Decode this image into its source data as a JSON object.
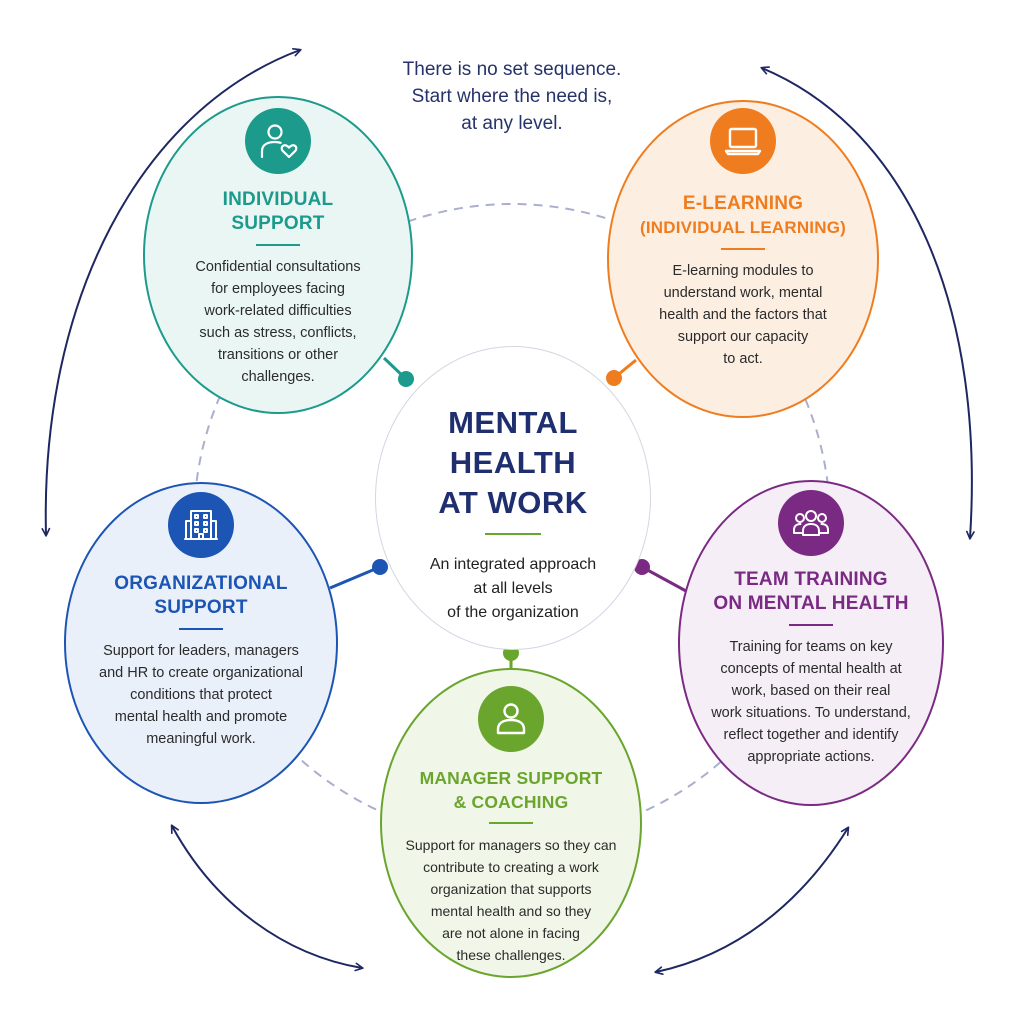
{
  "note": {
    "lines": [
      "There is no set sequence.",
      "Start where the need is,",
      "at any level."
    ]
  },
  "center": {
    "title_lines": [
      "MENTAL",
      "HEALTH",
      "AT WORK"
    ],
    "desc_lines": [
      "An integrated approach",
      "at all levels",
      "of the organization"
    ]
  },
  "nodes": {
    "individual": {
      "icon": "person-heart-icon",
      "title_lines": [
        "INDIVIDUAL",
        "SUPPORT"
      ],
      "desc_lines": [
        "Confidential consultations",
        "for employees facing",
        "work-related difficulties",
        "such as stress, conflicts,",
        "transitions or other",
        "challenges."
      ]
    },
    "elearning": {
      "icon": "laptop-icon",
      "title_lines": [
        "E-LEARNING",
        "(INDIVIDUAL LEARNING)"
      ],
      "desc_lines": [
        "E-learning modules to",
        "understand work, mental",
        "health and the factors that",
        "support our capacity",
        "to act."
      ]
    },
    "organizational": {
      "icon": "building-icon",
      "title_lines": [
        "ORGANIZATIONAL",
        "SUPPORT"
      ],
      "desc_lines": [
        "Support for leaders, managers",
        "and HR to create organizational",
        "conditions that protect",
        "mental health and promote",
        "meaningful work."
      ]
    },
    "team": {
      "icon": "team-icon",
      "title_lines": [
        "TEAM TRAINING",
        "ON MENTAL HEALTH"
      ],
      "desc_lines": [
        "Training for teams on key",
        "concepts of mental health at",
        "work, based on their real",
        "work situations. To understand,",
        "reflect together and identify",
        "appropriate actions."
      ]
    },
    "manager": {
      "icon": "person-icon",
      "title_lines": [
        "MANAGER SUPPORT",
        "& COACHING"
      ],
      "desc_lines": [
        "Support for managers so they can",
        "contribute to creating a work",
        "organization that supports",
        "mental health and so they",
        "are not alone in facing",
        "these challenges."
      ]
    }
  },
  "colors": {
    "teal": "#1c9a8c",
    "orange": "#ef7d1f",
    "blue": "#1c55b4",
    "purple": "#7b2a83",
    "green": "#6aa52d",
    "navy": "#1e2e6e"
  }
}
